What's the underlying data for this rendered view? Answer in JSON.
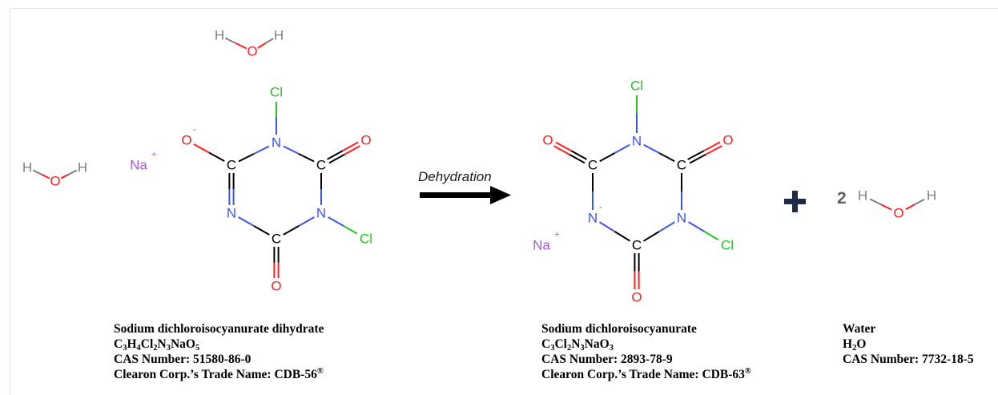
{
  "colors": {
    "hydrogen": "#7f7f7f",
    "oxygen": "#ff2020",
    "chlorine": "#22c522",
    "nitrogen": "#3a55e6",
    "carbon": "#000000",
    "sodium": "#a55bdc",
    "bond": "#000000"
  },
  "atoms": {
    "H": "H",
    "O": "O",
    "Cl": "Cl",
    "N": "N",
    "C": "C",
    "Na": "Na",
    "plus_sign": "+",
    "minus_sign": "-"
  },
  "reaction": {
    "arrow_label": "Dehydration",
    "water_coefficient": "2"
  },
  "compounds": [
    {
      "name": "Sodium dichloroisocyanurate dihydrate",
      "formula_parts": [
        "C",
        "3",
        "H",
        "4",
        "Cl",
        "2",
        "N",
        "3",
        "NaO",
        "5"
      ],
      "cas_label": "CAS Number: ",
      "cas": "51580-86-0",
      "trade_label": "Clearon Corp.’s Trade Name: ",
      "trade": "CDB-56",
      "trade_mark": "®"
    },
    {
      "name": "Sodium dichloroisocyanurate",
      "formula_parts": [
        "C",
        "3",
        "Cl",
        "2",
        "N",
        "3",
        "NaO",
        "3"
      ],
      "cas_label": "CAS Number: ",
      "cas": "2893-78-9",
      "trade_label": "Clearon Corp.’s Trade Name: ",
      "trade": "CDB-63",
      "trade_mark": "®"
    },
    {
      "name": "Water",
      "formula_parts": [
        "H",
        "2",
        "O"
      ],
      "cas_label": "CAS Number: ",
      "cas": "7732-18-5"
    }
  ]
}
